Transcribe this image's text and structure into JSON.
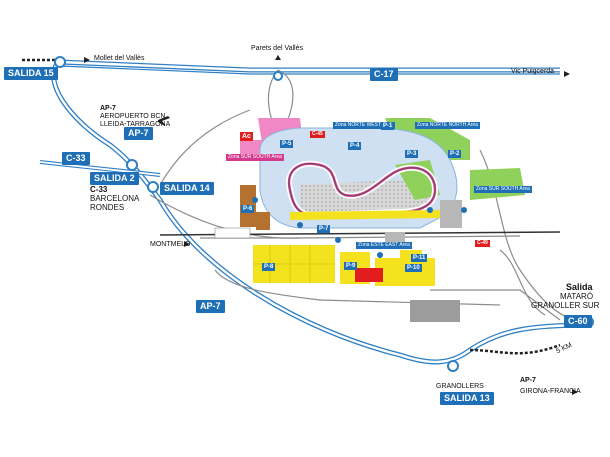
{
  "map": {
    "roads": {
      "c17": "C-17",
      "ap7_upper": "AP-7",
      "ap7_lower": "AP-7",
      "c33": "C-33",
      "c60": "C-60"
    },
    "exits": {
      "salida15": "SALIDA 15",
      "salida2": "SALIDA 2",
      "salida14": "SALIDA 14",
      "salida13": "SALIDA 13"
    },
    "places": {
      "mollet": "Mollet del Vallès",
      "parets": "Parets del Vallès",
      "vic": "Vic Puigcerda",
      "aeropuerto_line1": "AP-7",
      "aeropuerto_line2": "AEROPUERTO BCN",
      "aeropuerto_line3": "LLEIDA-TARRAGONA",
      "c33_line1": "C-33",
      "c33_line2": "BARCELONA",
      "c33_line3": "RONDES",
      "montmelo": "MONTMELÓ",
      "salida_title": "Salida",
      "mataro": "MATARÓ",
      "granollers_sur": "GRANOLLER SUR",
      "five_km": "5 KM",
      "girona_line1": "AP-7",
      "girona_line2": "GIRONA-FRANCIA",
      "granollers": "GRANOLLERS"
    },
    "circuit": {
      "zone_north_west": "Zona NORTE WEST Area",
      "zone_north_east": "Zona NORTE NORTH Area",
      "zone_south": "Zona SUR SOUTH Area",
      "zone_east": "Zona ESTE EAST Area",
      "zone_hub": "Zona SUR SOUTH Area",
      "acc": "Ac",
      "c45": "C-45",
      "c49": "C-49",
      "p1": "P-1",
      "p2": "P-2",
      "p3": "P-3",
      "p4": "P-4",
      "p5": "P-5",
      "p6": "P-6",
      "p7": "P-7",
      "p8": "P-8",
      "p9": "P-9",
      "p10": "P-10",
      "p11": "P-11"
    },
    "colors": {
      "road_blue": "#1f6fb6",
      "road_outline": "#5aa0d8",
      "circuit_light": "#cfe0f3",
      "green_area": "#8fd15a",
      "pink_area": "#ef88c5",
      "yellow_parking": "#f4e21f",
      "brown_area": "#b5712f",
      "grey_area": "#b7b7b7"
    }
  }
}
